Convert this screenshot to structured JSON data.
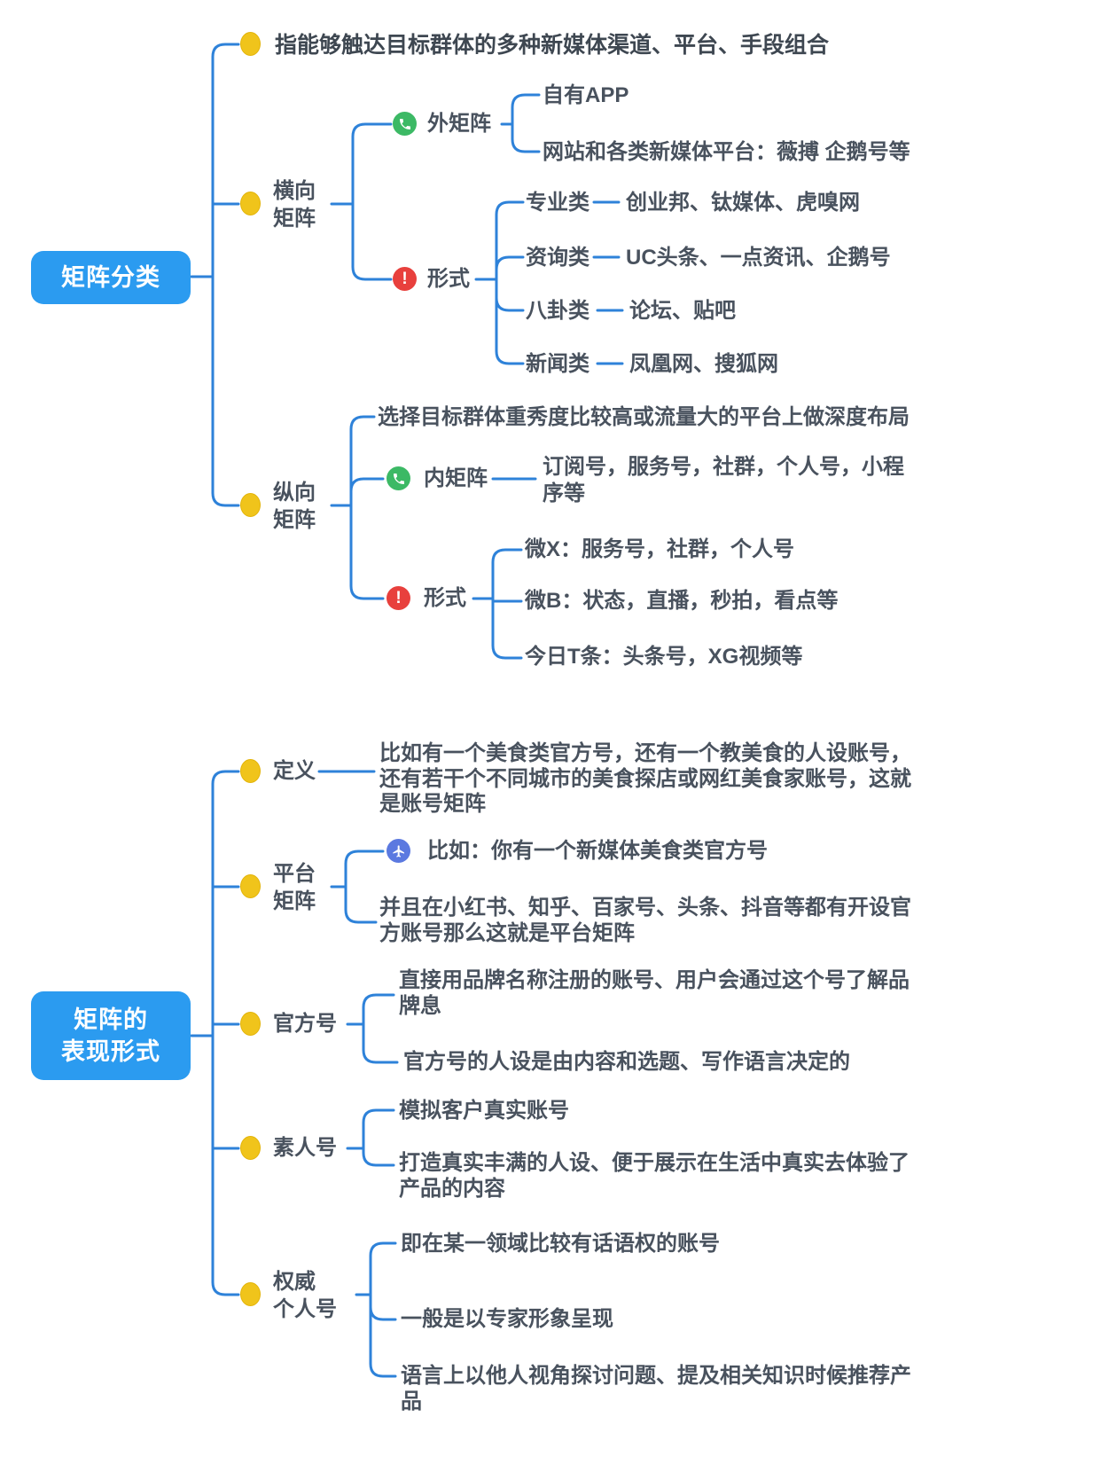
{
  "colors": {
    "root_blue": "#2B9BF0",
    "line_blue": "#2E82D9",
    "bullet_yellow": "#F0C41B",
    "icon_green": "#3CB965",
    "icon_red": "#E8403D",
    "icon_blue": "#5B79E0",
    "text": "#49525E"
  },
  "icons": {
    "branch_bullet": "yellow-dot",
    "matrix_marker": "phone-call",
    "form_marker": "exclamation",
    "example_marker": "airplane"
  },
  "map1": {
    "root": "矩阵分类",
    "definition": "指能够触达目标群体的多种新媒体渠道、平台、手段组合",
    "horizontal": {
      "label": "横向\n矩阵",
      "outer": {
        "label": "外矩阵",
        "items": [
          "自有APP",
          "网站和各类新媒体平台：薇搏 企鹅号等"
        ]
      },
      "form": {
        "label": "形式",
        "rows": [
          {
            "cat": "专业类",
            "val": "创业邦、钛媒体、虎嗅网"
          },
          {
            "cat": "资询类",
            "val": "UC头条、一点资讯、企鹅号"
          },
          {
            "cat": "八卦类",
            "val": "论坛、贴吧"
          },
          {
            "cat": "新闻类",
            "val": "凤凰网、搜狐网"
          }
        ]
      }
    },
    "vertical": {
      "label": "纵向\n矩阵",
      "note": "选择目标群体重秀度比较高或流量大的平台上做深度布局",
      "inner": {
        "label": "内矩阵",
        "item": "订阅号，服务号，社群，个人号，小程序等"
      },
      "form": {
        "label": "形式",
        "items": [
          "微X：服务号，社群，个人号",
          "微B：状态，直播，秒拍，看点等",
          "今日T条：头条号，XG视频等"
        ]
      }
    }
  },
  "map2": {
    "root": "矩阵的\n表现形式",
    "definition": {
      "label": "定义",
      "text": "比如有一个美食类官方号，还有一个教美食的人设账号，还有若干个不同城市的美食探店或网红美食家账号，这就是账号矩阵"
    },
    "platform": {
      "label": "平台\n矩阵",
      "example": "比如：你有一个新媒体美食类官方号",
      "text": "并且在小红书、知乎、百家号、头条、抖音等都有开设官方账号那么这就是平台矩阵"
    },
    "official": {
      "label": "官方号",
      "items": [
        "直接用品牌名称注册的账号、用户会通过这个号了解品牌息",
        "官方号的人设是由内容和选题、写作语言决定的"
      ]
    },
    "amateur": {
      "label": "素人号",
      "items": [
        "模拟客户真实账号",
        "打造真实丰满的人设、便于展示在生活中真实去体验了产品的内容"
      ]
    },
    "authority": {
      "label": "权威\n个人号",
      "items": [
        "即在某一领域比较有话语权的账号",
        "一般是以专家形象呈现",
        "语言上以他人视角探讨问题、提及相关知识时候推荐产品"
      ]
    }
  }
}
